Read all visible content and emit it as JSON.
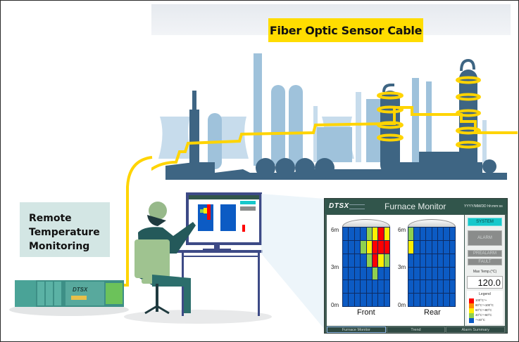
{
  "diagram": {
    "title": "Fiber Optic Sensor Cable",
    "remote_label": "Remote\nTemperature\nMonitoring",
    "colors": {
      "cable": "#ffd400",
      "plant_dark": "#3e6583",
      "plant_light": "#86afcc",
      "plant_faint": "#c2d9ea",
      "remote_box": "#d3e6e4"
    }
  },
  "monitor": {
    "logo": "DTSX",
    "title": "Furnace Monitor",
    "datetime": "YYYY/MM/DD hh:mm:ss",
    "axis_labels": [
      "6m",
      "3m",
      "0m"
    ],
    "tanks": [
      {
        "name": "Front",
        "grid_colors_top_to_bottom": [
          [
            "B",
            "B",
            "B",
            "B",
            "G",
            "Y",
            "R",
            "Y"
          ],
          [
            "B",
            "B",
            "B",
            "G",
            "Y",
            "R",
            "R",
            "R"
          ],
          [
            "B",
            "B",
            "B",
            "B",
            "G",
            "R",
            "Y",
            "G"
          ],
          [
            "B",
            "B",
            "B",
            "B",
            "B",
            "G",
            "B",
            "B"
          ],
          [
            "B",
            "B",
            "B",
            "B",
            "B",
            "B",
            "B",
            "B"
          ],
          [
            "B",
            "B",
            "B",
            "B",
            "B",
            "B",
            "B",
            "B"
          ]
        ]
      },
      {
        "name": "Rear",
        "grid_colors_top_to_bottom": [
          [
            "G",
            "B",
            "B",
            "B",
            "B",
            "B",
            "B",
            "B"
          ],
          [
            "Y",
            "B",
            "B",
            "B",
            "B",
            "B",
            "B",
            "B"
          ],
          [
            "B",
            "B",
            "B",
            "B",
            "B",
            "B",
            "B",
            "B"
          ],
          [
            "B",
            "B",
            "B",
            "B",
            "B",
            "B",
            "B",
            "B"
          ],
          [
            "B",
            "B",
            "B",
            "B",
            "B",
            "B",
            "B",
            "B"
          ],
          [
            "B",
            "B",
            "B",
            "B",
            "B",
            "B",
            "B",
            "B"
          ]
        ]
      }
    ],
    "status_buttons": {
      "system": "SYSTEM",
      "alarm": "ALARM",
      "prealarm": "PREALARM",
      "fault": "FAULT"
    },
    "max_temp_label": "Max Temp.(°C)",
    "max_temp_value": "120.0",
    "legend": {
      "title": "Legend",
      "items": [
        {
          "code": "R",
          "label": "100°C～",
          "color": "#ff0000"
        },
        {
          "code": "O",
          "label": "80°C～100°C",
          "color": "#ff8c00"
        },
        {
          "code": "Y",
          "label": "60°C～80°C",
          "color": "#ffee00"
        },
        {
          "code": "G",
          "label": "40°C～60°C",
          "color": "#8fd04f"
        },
        {
          "code": "B",
          "label": "～40°C",
          "color": "#0c5bc4"
        }
      ]
    },
    "tabs": [
      {
        "label": "Furnace Monitor",
        "active": true
      },
      {
        "label": "Trend",
        "active": false
      },
      {
        "label": "Alarm Summary",
        "active": false
      }
    ]
  }
}
